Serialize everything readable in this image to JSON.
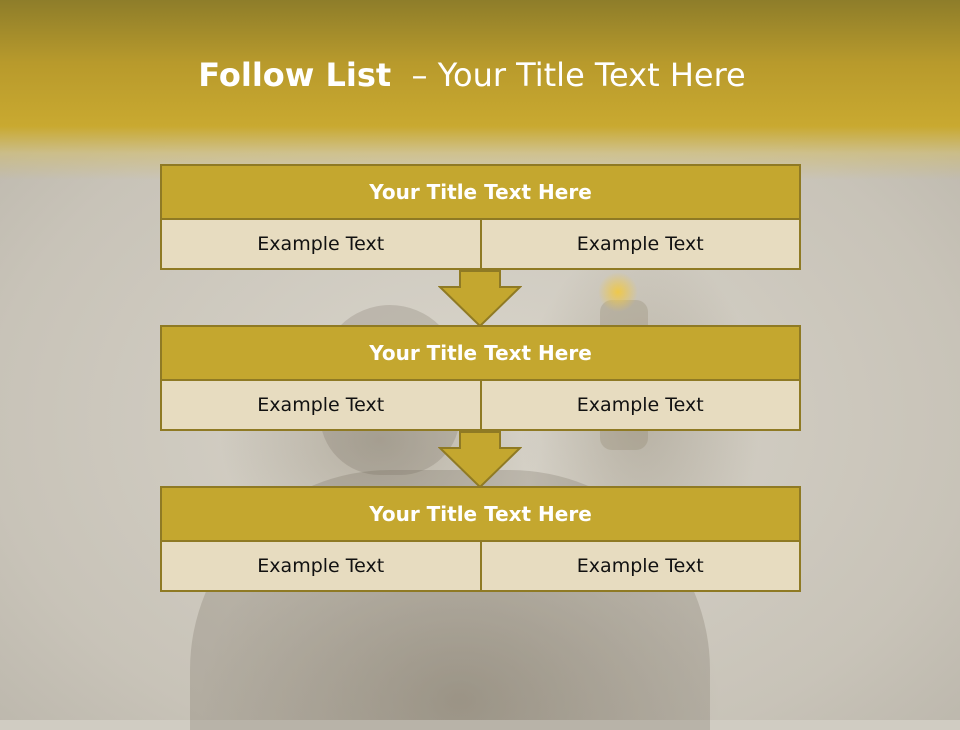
{
  "slide": {
    "title_bold": "Follow List",
    "title_rest": "– Your Title Text Here"
  },
  "blocks": [
    {
      "title": "Your Title Text Here",
      "left_text": "Example Text",
      "right_text": "Example Text"
    },
    {
      "title": "Your Title Text Here",
      "left_text": "Example Text",
      "right_text": "Example Text"
    },
    {
      "title": "Your Title Text Here",
      "left_text": "Example Text",
      "right_text": "Example Text"
    }
  ],
  "colors": {
    "header_gold": "#c9a930",
    "block_title": "#c4a72f",
    "cell": "#e7dcc0",
    "border": "#8f7a24"
  }
}
